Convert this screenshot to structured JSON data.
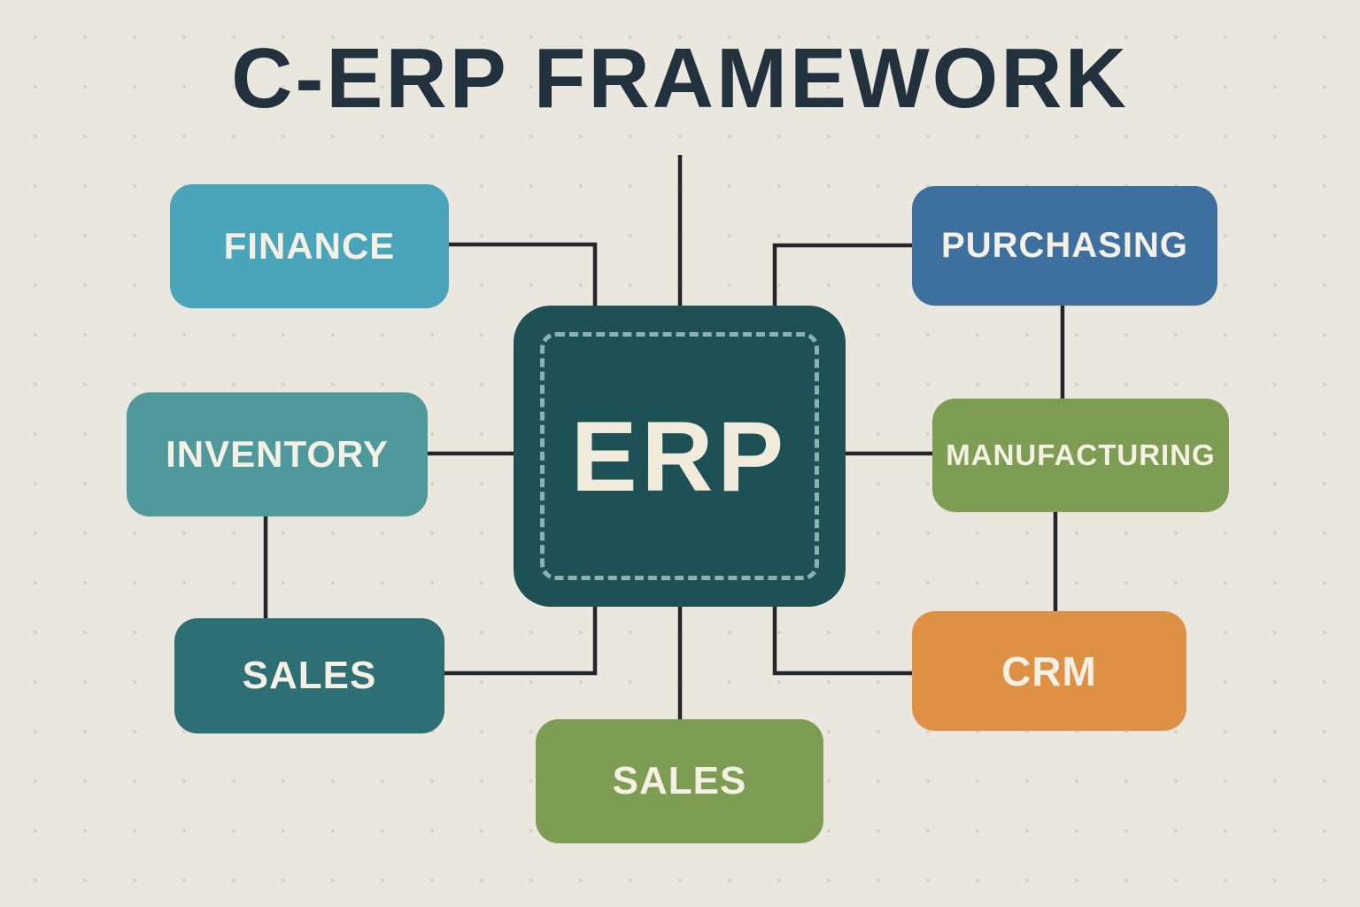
{
  "title": "C-ERP FRAMEWORK",
  "title_color": "#21323e",
  "background_color": "#eae7de",
  "line_color": "#25262a",
  "center": {
    "label": "ERP",
    "color": "#1d5156",
    "dashed_border_color": "#9ec2c5",
    "text_color": "#f1ebdb"
  },
  "nodes": [
    {
      "id": "finance",
      "label": "FINANCE",
      "color": "#4aa4ba",
      "position": "top-left"
    },
    {
      "id": "inventory",
      "label": "INVENTORY",
      "color": "#4f989c",
      "position": "middle-left"
    },
    {
      "id": "sales-left",
      "label": "SALES",
      "color": "#2d6f74",
      "position": "bottom-left"
    },
    {
      "id": "purchasing",
      "label": "PURCHASING",
      "color": "#3d709f",
      "position": "top-right"
    },
    {
      "id": "manufacturing",
      "label": "MANUFACTURING",
      "color": "#7d9d53",
      "position": "middle-right"
    },
    {
      "id": "crm",
      "label": "CRM",
      "color": "#de9045",
      "position": "bottom-right"
    },
    {
      "id": "sales-bottom",
      "label": "SALES",
      "color": "#7d9d53",
      "position": "bottom-center"
    }
  ],
  "edges": [
    {
      "from": "erp",
      "to": "finance"
    },
    {
      "from": "erp",
      "to": "inventory"
    },
    {
      "from": "erp",
      "to": "sales-left"
    },
    {
      "from": "erp",
      "to": "purchasing"
    },
    {
      "from": "erp",
      "to": "manufacturing"
    },
    {
      "from": "erp",
      "to": "crm"
    },
    {
      "from": "erp",
      "to": "sales-bottom"
    },
    {
      "from": "erp",
      "to": "title-stub"
    },
    {
      "from": "purchasing",
      "to": "manufacturing"
    },
    {
      "from": "manufacturing",
      "to": "crm"
    },
    {
      "from": "inventory",
      "to": "sales-left"
    }
  ]
}
